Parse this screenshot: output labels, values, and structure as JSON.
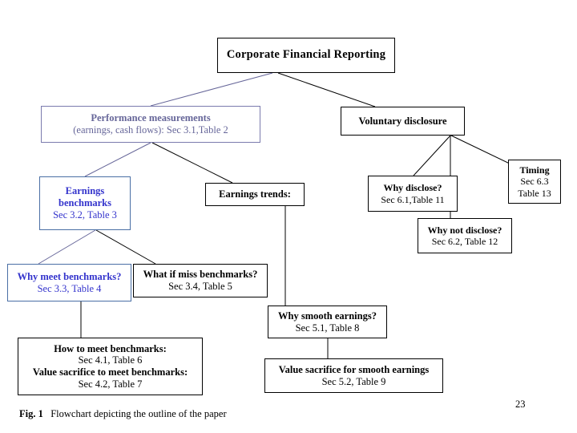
{
  "figure": {
    "caption_label": "Fig. 1",
    "caption_text": "Flowchart depicting the outline of the paper",
    "page_number": "23"
  },
  "colors": {
    "black": "#000000",
    "blue_text": "#3333cc",
    "slate_text": "#666699",
    "blue_border": "#4a6fa5",
    "slate_border": "#7b7bae"
  },
  "nodes": {
    "title": {
      "line1": "Corporate Financial Reporting"
    },
    "performance_measurements": {
      "line1": "Performance measurements",
      "line2": "(earnings, cash flows): Sec 3.1,Table 2"
    },
    "voluntary_disclosure": {
      "line1": "Voluntary disclosure"
    },
    "earnings_benchmarks": {
      "line1": "Earnings",
      "line2": "benchmarks",
      "line3": "Sec 3.2, Table 3"
    },
    "earnings_trends": {
      "line1": "Earnings trends:"
    },
    "why_disclose": {
      "line1": "Why disclose?",
      "line2": "Sec 6.1,Table 11"
    },
    "timing": {
      "line1": "Timing",
      "line2": "Sec 6.3",
      "line3": "Table 13"
    },
    "why_not_disclose": {
      "line1": "Why not disclose?",
      "line2": "Sec 6.2, Table 12"
    },
    "why_meet_benchmarks": {
      "line1": "Why meet benchmarks?",
      "line2": "Sec 3.3, Table 4"
    },
    "what_if_miss_benchmarks": {
      "line1": "What if miss benchmarks?",
      "line2": "Sec 3.4, Table 5"
    },
    "why_smooth_earnings": {
      "line1": "Why smooth earnings?",
      "line2": "Sec 5.1, Table 8"
    },
    "how_to_meet_benchmarks": {
      "line1": "How to meet benchmarks:",
      "line2": "Sec 4.1, Table 6",
      "line3": "Value sacrifice to meet benchmarks:",
      "line4": "Sec 4.2, Table 7"
    },
    "value_sacrifice_smooth": {
      "line1": "Value sacrifice for smooth earnings",
      "line2": "Sec 5.2, Table 9"
    }
  }
}
